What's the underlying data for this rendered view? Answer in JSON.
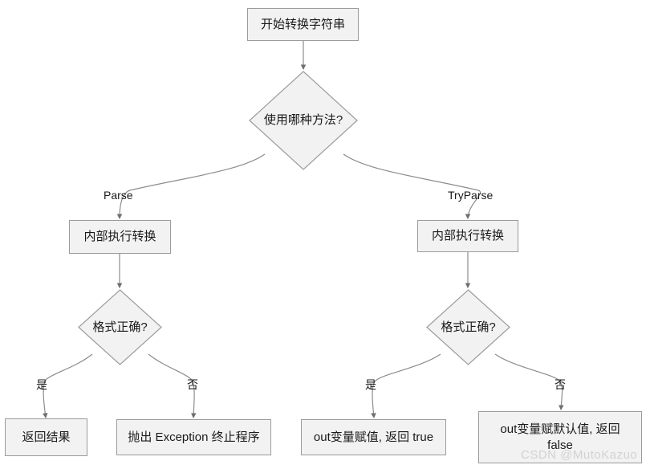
{
  "diagram": {
    "type": "flowchart",
    "title_text": "开始转换字符串",
    "background_color": "#ffffff",
    "node_fill": "#f2f2f2",
    "node_stroke": "#9b9b9b",
    "edge_color": "#808080",
    "text_color": "#1a1a1a",
    "nodes": [
      {
        "id": "start",
        "shape": "rect",
        "label": "开始转换字符串"
      },
      {
        "id": "which",
        "shape": "diamond",
        "label": "使用哪种方法?"
      },
      {
        "id": "parse_do",
        "shape": "rect",
        "label": "内部执行转换"
      },
      {
        "id": "tryparse_do",
        "shape": "rect",
        "label": "内部执行转换"
      },
      {
        "id": "parse_fmt",
        "shape": "diamond",
        "label": "格式正确?"
      },
      {
        "id": "tryparse_fmt",
        "shape": "diamond",
        "label": "格式正确?"
      },
      {
        "id": "return_res",
        "shape": "rect",
        "label": "返回结果"
      },
      {
        "id": "throw_exc",
        "shape": "rect",
        "label": "抛出 Exception 终止程序"
      },
      {
        "id": "out_true",
        "shape": "rect",
        "label": "out变量赋值, 返回 true"
      },
      {
        "id": "out_false",
        "shape": "rect",
        "label": "out变量赋默认值, 返回 false"
      }
    ],
    "edges": [
      {
        "id": "e-start-which",
        "from": "start",
        "to": "which",
        "label": ""
      },
      {
        "id": "e-which-parse",
        "from": "which",
        "to": "parse_do",
        "label": "Parse"
      },
      {
        "id": "e-which-tryparse",
        "from": "which",
        "to": "tryparse_do",
        "label": "TryParse"
      },
      {
        "id": "e-parse-fmt",
        "from": "parse_do",
        "to": "parse_fmt",
        "label": ""
      },
      {
        "id": "e-tryparse-fmt",
        "from": "tryparse_do",
        "to": "tryparse_fmt",
        "label": ""
      },
      {
        "id": "e-parsefmt-yes",
        "from": "parse_fmt",
        "to": "return_res",
        "label": "是"
      },
      {
        "id": "e-parsefmt-no",
        "from": "parse_fmt",
        "to": "throw_exc",
        "label": "否"
      },
      {
        "id": "e-tryparsefmt-yes",
        "from": "tryparse_fmt",
        "to": "out_true",
        "label": "是"
      },
      {
        "id": "e-tryparsefmt-no",
        "from": "tryparse_fmt",
        "to": "out_false",
        "label": "否"
      }
    ]
  },
  "watermark": {
    "text": "CSDN @MutoKazuo"
  }
}
